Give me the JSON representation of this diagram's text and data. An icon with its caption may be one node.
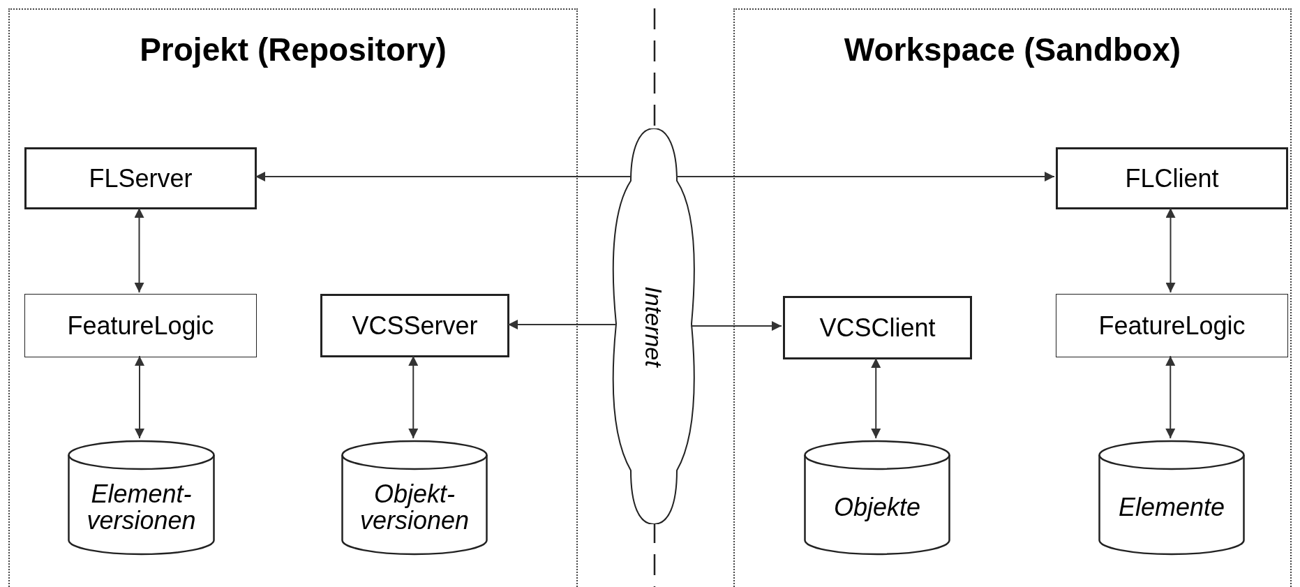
{
  "diagram": {
    "nodes": [
      {
        "text": [
          "Projekt (Repository)"
        ]
      },
      {
        "text": [
          "Workspace (Sandbox)"
        ]
      },
      {
        "text": [
          "FLServer"
        ],
        "in": 0
      },
      {
        "text": [
          "FeatureLogic"
        ],
        "in": 0
      },
      {
        "text": [
          "VCSServer"
        ],
        "in": 0
      },
      {
        "text": [
          "Element- versionen"
        ],
        "in": 0
      },
      {
        "text": [
          "Objekt- versionen"
        ],
        "in": 0
      },
      {
        "text": [
          "Internet"
        ]
      },
      {
        "text": [
          "VCSClient"
        ],
        "in": 1
      },
      {
        "text": [
          "FLClient"
        ],
        "in": 1
      },
      {
        "text": [
          "FeatureLogic"
        ],
        "in": 1
      },
      {
        "text": [
          "Objekte"
        ],
        "in": 1
      },
      {
        "text": [
          "Elemente"
        ],
        "in": 1
      }
    ],
    "edges": [
      {
        "from": 7,
        "to": 2,
        "arrow": "to"
      },
      {
        "from": 7,
        "to": 9,
        "arrow": "to"
      },
      {
        "from": 2,
        "to": 3,
        "arrow": "both"
      },
      {
        "from": 3,
        "to": 5,
        "arrow": "both"
      },
      {
        "from": 7,
        "to": 4,
        "arrow": "to"
      },
      {
        "from": 4,
        "to": 6,
        "arrow": "both"
      },
      {
        "from": 7,
        "to": 8,
        "arrow": "to"
      },
      {
        "from": 8,
        "to": 11,
        "arrow": "both"
      },
      {
        "from": 9,
        "to": 10,
        "arrow": "both"
      },
      {
        "from": 10,
        "to": 12,
        "arrow": "both"
      }
    ]
  }
}
